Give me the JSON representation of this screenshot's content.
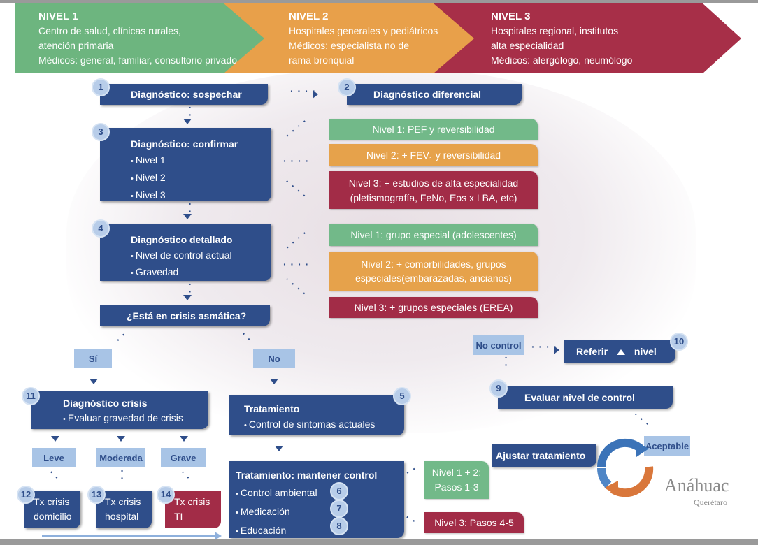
{
  "levels": [
    {
      "title": "NIVEL 1",
      "line1": "Centro de salud, clínicas rurales,",
      "line2": "atención primaria",
      "line3": "Médicos: general, familiar, consultorio privado"
    },
    {
      "title": "NIVEL 2",
      "line1": "Hospitales generales y pediátricos",
      "line2": "Médicos: especialista no de",
      "line3": "rama bronquial"
    },
    {
      "title": "NIVEL 3",
      "line1": "Hospitales regional,  institutos",
      "line2": "alta especialidad",
      "line3": "Médicos: alergólogo, neumólogo"
    }
  ],
  "steps": {
    "s1": {
      "num": "1",
      "title": "Diagnóstico: sospechar"
    },
    "s2": {
      "num": "2",
      "title": "Diagnóstico diferencial"
    },
    "s3": {
      "num": "3",
      "title": "Diagnóstico: confirmar",
      "items": [
        "Nivel 1",
        "Nivel 2",
        "Nivel 3"
      ]
    },
    "s4": {
      "num": "4",
      "title": "Diagnóstico detallado",
      "items": [
        "Nivel de control actual",
        "Gravedad"
      ]
    },
    "crisis_q": "¿Está en crisis asmática?",
    "s5": {
      "num": "5",
      "title": "Tratamiento",
      "item": "Control de sintomas actuales"
    },
    "s9": {
      "num": "9",
      "title": "Evaluar nivel de control"
    },
    "s10": {
      "num": "10",
      "pre": "Referir",
      "post": "nivel"
    },
    "s11": {
      "num": "11",
      "title": "Diagnóstico crisis",
      "item": "Evaluar gravedad de crisis"
    },
    "s12": {
      "num": "12",
      "line1": "Tx crisis",
      "line2": "domicilio"
    },
    "s13": {
      "num": "13",
      "line1": "Tx crisis",
      "line2": "hospital"
    },
    "s14": {
      "num": "14",
      "line1": "Tx crisis",
      "line2": "TI"
    },
    "maint": {
      "title": "Tratamiento: mantener control",
      "items": [
        {
          "label": "Control ambiental",
          "num": "6"
        },
        {
          "label": "Medicación",
          "num": "7"
        },
        {
          "label": "Educación",
          "num": "8"
        }
      ]
    }
  },
  "confirm_levels": [
    "Nivel 1: PEF y reversibilidad",
    "Nivel 2: + FEV",
    "1",
    " y reversibilidad",
    "Nivel 3: + estudios de alta especialidad",
    "(pletismografía, FeNo, Eos x LBA, etc)"
  ],
  "detail_levels": [
    "Nivel 1: grupo especial (adolescentes)",
    "Nivel 2: + comorbilidades, grupos",
    "especiales(embarazadas, ancianos)",
    "Nivel 3: + grupos especiales (EREA)"
  ],
  "labels": {
    "si": "Sí",
    "no": "No",
    "leve": "Leve",
    "moderada": "Moderada",
    "grave": "Grave",
    "no_control": "No control",
    "aceptable": "Aceptable",
    "ajustar": "Ajustar tratamiento"
  },
  "pasos": {
    "n12_line1": "Nivel 1 + 2:",
    "n12_line2": "Pasos 1-3",
    "n3": "Nivel 3: Pasos 4-5"
  },
  "logo": {
    "name": "Anáhuac",
    "sub": "Querétaro"
  },
  "colors": {
    "blue": "#2f4e8a",
    "green": "#72b989",
    "orange": "#e6a24b",
    "red": "#a22c47",
    "light_blue": "#a8c4e6"
  }
}
